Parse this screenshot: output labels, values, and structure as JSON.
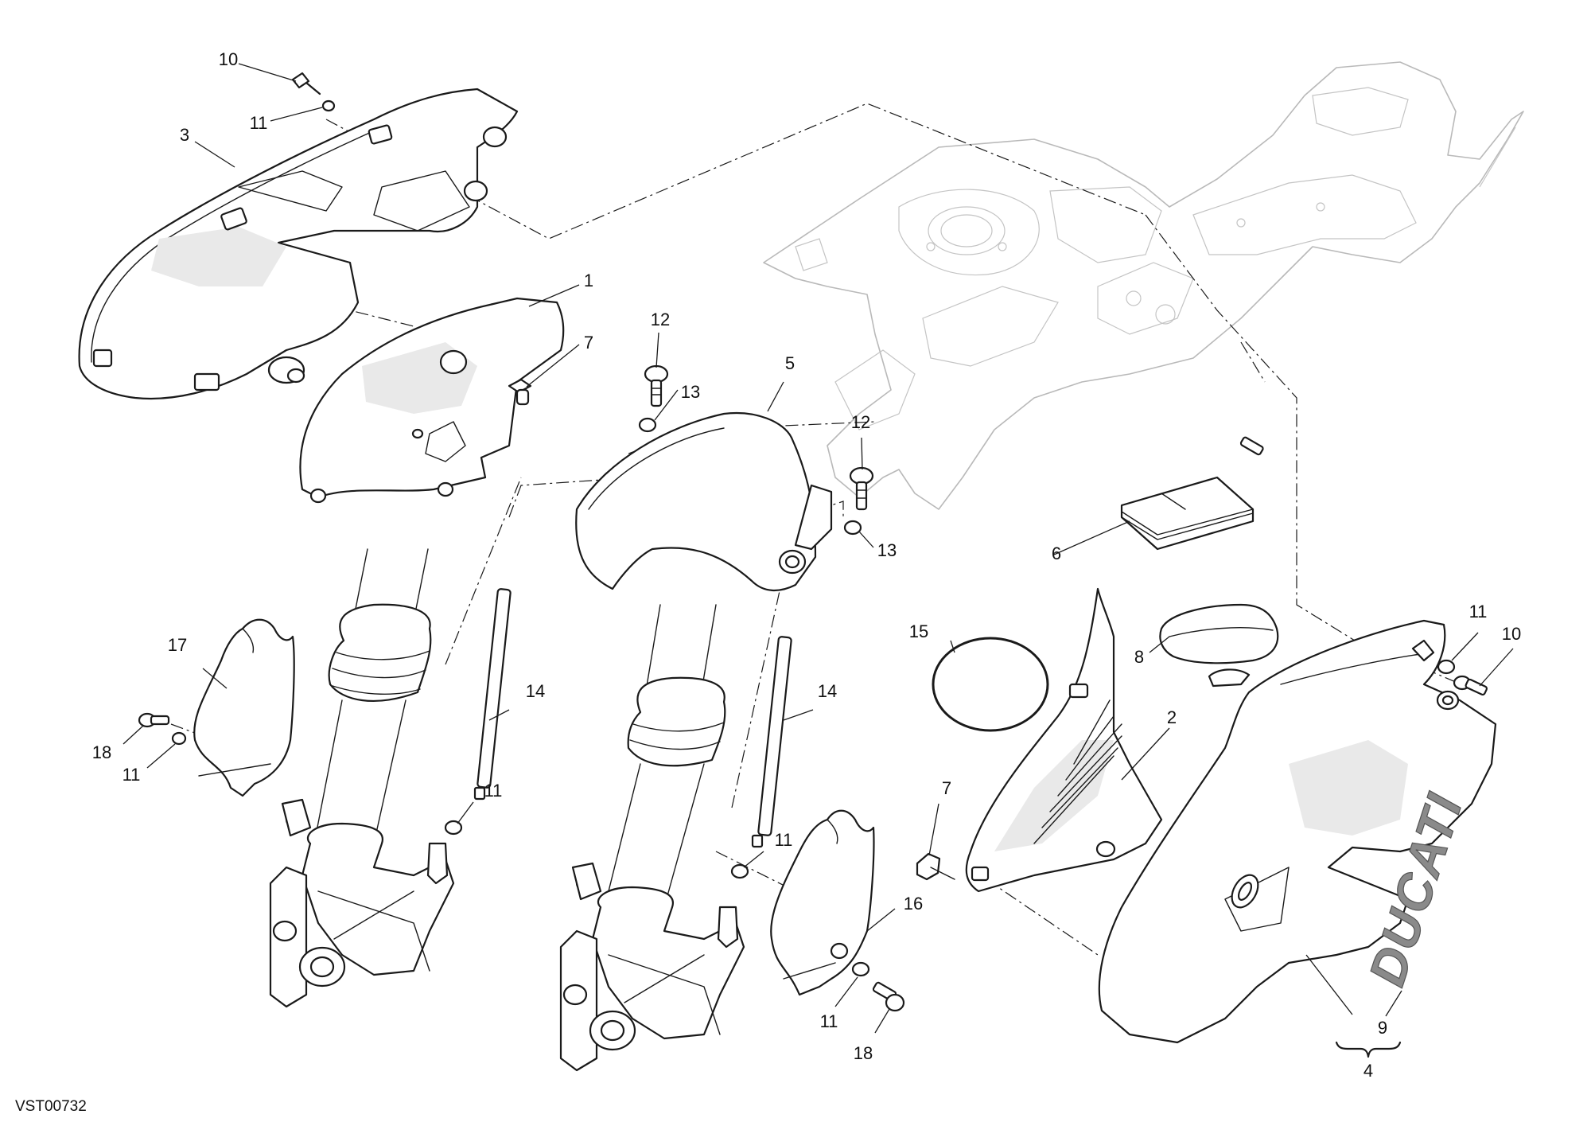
{
  "drawing_code": "VST00732",
  "brand_decal": "DUCATI",
  "callouts": {
    "c1": "1",
    "c2": "2",
    "c3": "3",
    "c4": "4",
    "c5": "5",
    "c6": "6",
    "c7a": "7",
    "c7b": "7",
    "c8": "8",
    "c9": "9",
    "c10a": "10",
    "c10b": "10",
    "c11a": "11",
    "c11b": "11",
    "c11c": "11",
    "c11d": "11",
    "c11e": "11",
    "c11f": "11",
    "c12a": "12",
    "c12b": "12",
    "c13a": "13",
    "c13b": "13",
    "c14a": "14",
    "c14b": "14",
    "c15": "15",
    "c16": "16",
    "c17": "17",
    "c18a": "18",
    "c18b": "18"
  }
}
